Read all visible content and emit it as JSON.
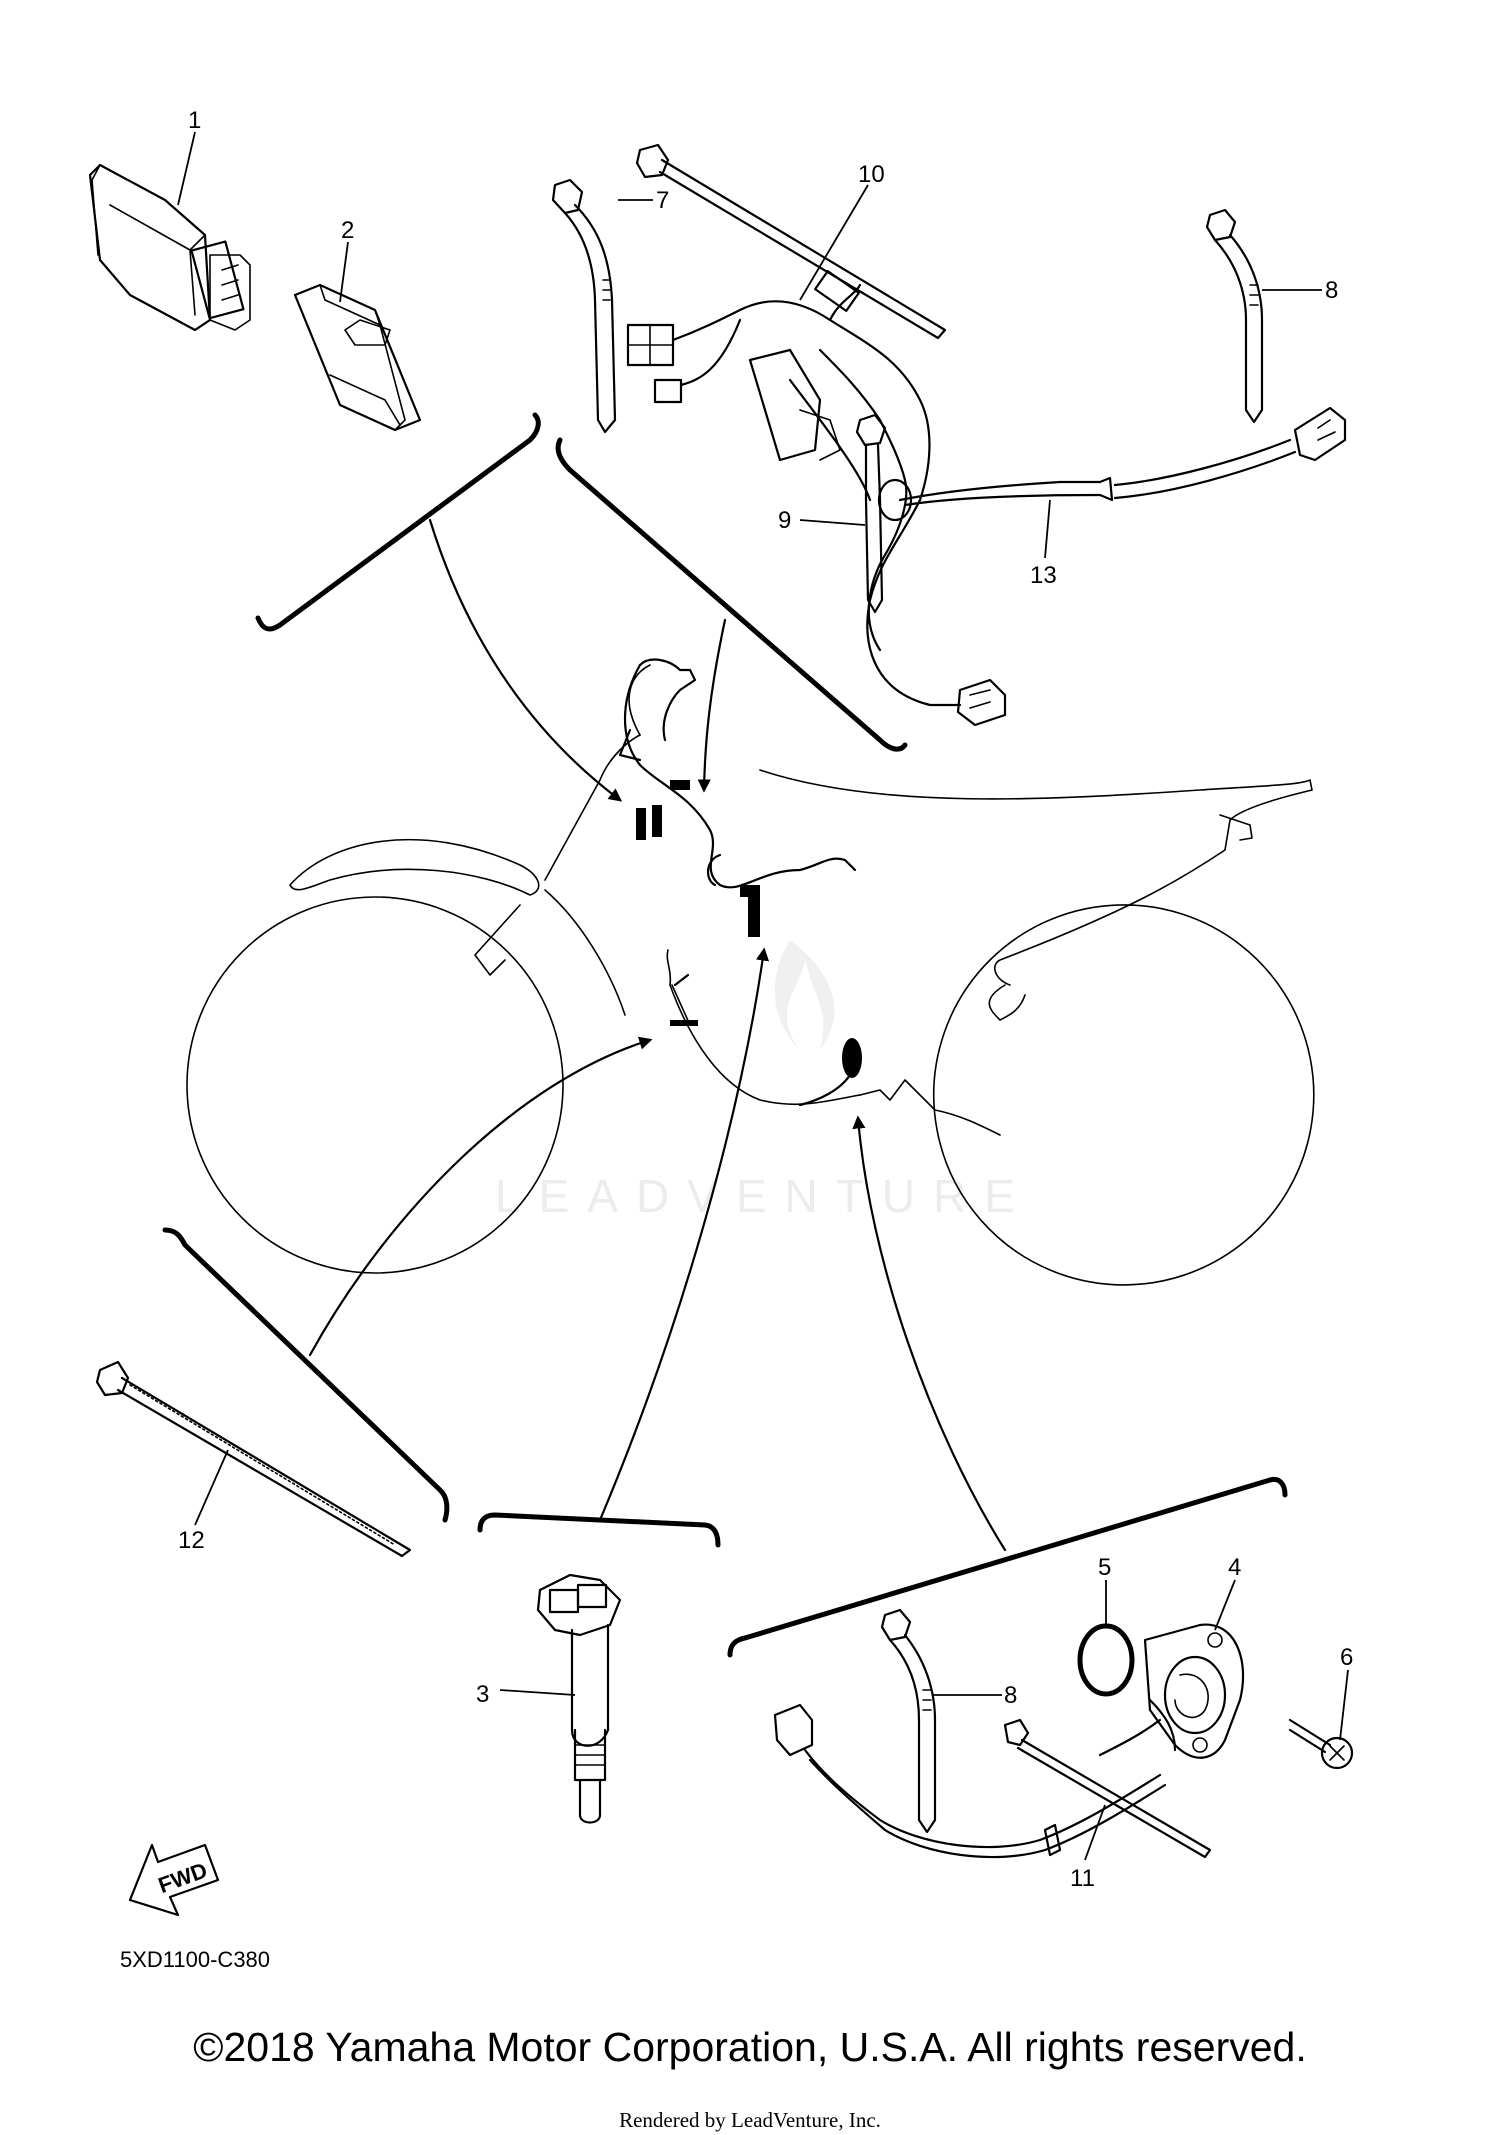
{
  "callouts": [
    "1",
    "2",
    "3",
    "4",
    "5",
    "6",
    "7",
    "8",
    "8",
    "9",
    "10",
    "11",
    "12",
    "13"
  ],
  "diagram_code": "5XD1100-C380",
  "fwd_label": "FWD",
  "watermark": "LEADVENTURE",
  "copyright": "©2018 Yamaha Motor Corporation, U.S.A. All rights reserved.",
  "rendered_by": "Rendered by LeadVenture, Inc."
}
